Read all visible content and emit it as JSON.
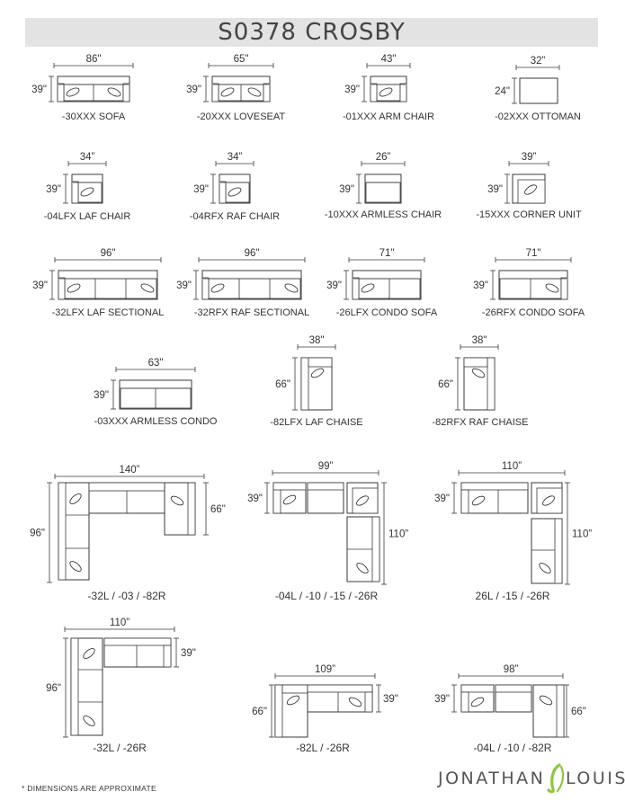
{
  "title": "S0378 CROSBY",
  "colors": {
    "line": "#3a3a3a",
    "accent": "#8dc63f",
    "title_bar": "#e3e3e3"
  },
  "items": [
    {
      "code": "-30XXX SOFA",
      "width": "86\"",
      "depth": "39\""
    },
    {
      "code": "-20XXX LOVESEAT",
      "width": "65\"",
      "depth": "39\""
    },
    {
      "code": "-01XXX ARM CHAIR",
      "width": "43\"",
      "depth": "39\""
    },
    {
      "code": "-02XXX OTTOMAN",
      "width": "32”",
      "depth": "24\""
    },
    {
      "code": "-04LFX LAF CHAIR",
      "width": "34”",
      "depth": "39\""
    },
    {
      "code": "-04RFX RAF CHAIR",
      "width": "34”",
      "depth": "39\""
    },
    {
      "code": "-10XXX ARMLESS CHAIR",
      "width": "26”",
      "depth": "39\""
    },
    {
      "code": "-15XXX CORNER UNIT",
      "width": "39”",
      "depth": "39\""
    },
    {
      "code": "-32LFX LAF SECTIONAL",
      "width": "96\"",
      "depth": "39\""
    },
    {
      "code": "-32RFX RAF SECTIONAL",
      "width": "96\"",
      "depth": "39\""
    },
    {
      "code": "-26LFX CONDO SOFA",
      "width": "71\"",
      "depth": "39\""
    },
    {
      "code": "-26RFX CONDO SOFA",
      "width": "71\"",
      "depth": "39\""
    },
    {
      "code": "-03XXX ARMLESS CONDO",
      "width": "63\"",
      "depth": "39\""
    },
    {
      "code": "-82LFX LAF CHAISE",
      "width": "38\"",
      "depth": "66\""
    },
    {
      "code": "-82RFX RAF CHAISE",
      "width": "38\"",
      "depth": "66\""
    }
  ],
  "sectionals": [
    {
      "code": "-32L / -03 / -82R",
      "width": "140”",
      "left_depth": "96\"",
      "right_depth": "66\""
    },
    {
      "code": "-04L / -10 / -15 / -26R",
      "width": "99”",
      "left_depth": "39\"",
      "right_depth": "110”"
    },
    {
      "code": "26L / -15 / -26R",
      "width": "110”",
      "left_depth": "39\"",
      "right_depth": "110”"
    },
    {
      "code": "-32L / -26R",
      "width": "110”",
      "left_depth": "96\"",
      "right_depth": "39\""
    },
    {
      "code": "-82L / -26R",
      "width": "109”",
      "left_depth": "66\"",
      "right_depth": "39\""
    },
    {
      "code": "-04L / -10 / -82R",
      "width": "98”",
      "left_depth": "39\"",
      "right_depth": "66\""
    }
  ],
  "footnote": "* DIMENSIONS ARE APPROXIMATE",
  "brand": {
    "left": "JONATHAN",
    "right": "LOUIS"
  }
}
